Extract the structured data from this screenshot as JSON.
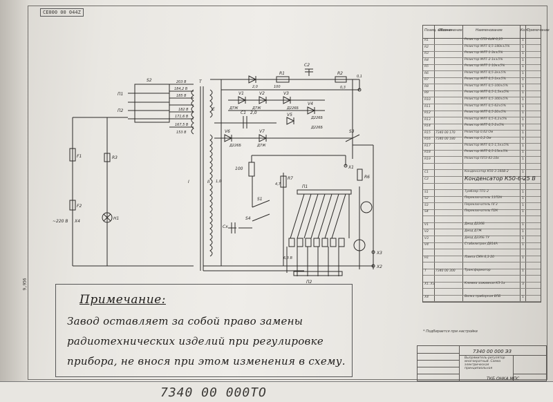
{
  "sheet": {
    "corner_stamp": "CE000 00 044Z",
    "margin_mark": "9,956"
  },
  "schematic": {
    "labels": {
      "s2": "S2",
      "t": "T",
      "p1": "П1",
      "p2": "П2",
      "c2": "C2",
      "r1": "R1",
      "c1": "C1",
      "c20": "2,0",
      "s3": "S3",
      "s1": "S1",
      "s4": "S4",
      "cx": "Cx",
      "pl1": "П1",
      "pl2": "П2",
      "r100": "100",
      "r2": "R2",
      "v1": "V1",
      "v2": "V2",
      "v3": "V3",
      "v4": "V4",
      "v5": "V5",
      "v6": "V6",
      "v7": "V7",
      "i_roman": "I",
      "ii_roman": "II",
      "e": "E",
      "f1": "F1",
      "f2": "F2",
      "mains": "~220 B",
      "x4": "X4",
      "x2": "X2",
      "x1": "X1",
      "x3": "X3",
      "h1": "H1",
      "r7": "R7",
      "r6": "R6",
      "r3": "R3"
    },
    "winding_labels": [
      "203 B",
      "184,2 B",
      "185 B",
      "182 B",
      "171,6 B",
      "167,5 B",
      "153 B"
    ],
    "diode_labels": [
      "Д7Ж",
      "Д7Ж",
      "Д226Б",
      "Д226Б",
      "Д226Б",
      "Д226Б",
      "Д7Ж"
    ],
    "misc_labels": [
      "2,0",
      "100",
      "0,3",
      "0,1",
      "1,0",
      "6,3 B",
      "4,7"
    ]
  },
  "note": {
    "title": "Примечание:",
    "lines": [
      "Завод оставляет за собой право замены",
      "радиотехнических изделий при регулировке",
      "прибора, не внося при этом изменения в схему."
    ]
  },
  "bom": {
    "headers": {
      "pos": "Позиц. обознач.",
      "designation": "Обозначение",
      "name": "Наименование",
      "qty": "Кол.",
      "remark": "Примечание"
    },
    "rows": [
      {
        "pos": "R1",
        "des": "",
        "name": "Резистор СП3-4аМ-0,25",
        "qty": "1"
      },
      {
        "pos": "R2",
        "des": "",
        "name": "Резистор МЛТ-0,5-180к±5%",
        "qty": "1"
      },
      {
        "pos": "R3",
        "des": "",
        "name": "Резистор МЛТ-1-3к±5%",
        "qty": "1"
      },
      {
        "pos": "R4",
        "des": "",
        "name": "Резистор МЛТ-2-1к±5%",
        "qty": "1"
      },
      {
        "pos": "R5",
        "des": "",
        "name": "Резистор МЛТ-1-10к±5%",
        "qty": "1"
      },
      {
        "pos": "R6",
        "des": "",
        "name": "Резистор МЛТ-0,5-2к±5%",
        "qty": "1"
      },
      {
        "pos": "R7",
        "des": "",
        "name": "Резистор МЛТ-0,5-1к±5%",
        "qty": "1"
      },
      {
        "pos": "R8",
        "des": "",
        "name": "Резистор МЛТ-0,5-100±5%",
        "qty": "1"
      },
      {
        "pos": "R9",
        "des": "",
        "name": "Резистор МЛТ-0,5-1,5к±5%",
        "qty": "1"
      },
      {
        "pos": "R10",
        "des": "",
        "name": "Резистор МЛТ-0,5-300±5%",
        "qty": "1"
      },
      {
        "pos": "R11",
        "des": "",
        "name": "Резистор МЛТ-0,5-62±5%",
        "qty": "1"
      },
      {
        "pos": "R12",
        "des": "",
        "name": "Резистор МЛТ-0,5-20±5%",
        "qty": "1"
      },
      {
        "pos": "R13",
        "des": "",
        "name": "Резистор МЛТ-0,5-6,2±5%",
        "qty": "1"
      },
      {
        "pos": "R14",
        "des": "",
        "name": "Резистор МЛТ-0,5-2±5%",
        "qty": "1"
      },
      {
        "pos": "R15",
        "des": "7340 00 170",
        "name": "Резистор 0,62 Ом",
        "qty": "1"
      },
      {
        "pos": "R16",
        "des": "7340 00 180",
        "name": "Резистор 0,2 Ом",
        "qty": "1"
      },
      {
        "pos": "R17",
        "des": "",
        "name": "Резистор МЛТ-0,5-1,5к±5%",
        "qty": "1"
      },
      {
        "pos": "R18",
        "des": "",
        "name": "Резистор МЛТ-0,5-15к±5%",
        "qty": "1"
      },
      {
        "pos": "R19",
        "des": "",
        "name": "Резистор ППЗ-43-10к",
        "qty": "1"
      },
      {
        "pos": "",
        "des": "",
        "name": "",
        "qty": ""
      },
      {
        "pos": "C1",
        "des": "",
        "name": "Конденсатор К50-3-160В-2",
        "qty": "1"
      },
      {
        "pos": "C2",
        "des": "",
        "name": "Конденсатор К50-6-25 В",
        "qty": "1",
        "big": true
      },
      {
        "pos": "",
        "des": "",
        "name": "",
        "qty": ""
      },
      {
        "pos": "S1",
        "des": "",
        "name": "Тумблер ТП1-2",
        "qty": "1"
      },
      {
        "pos": "S2",
        "des": "",
        "name": "Переключатель 11П3Н",
        "qty": "1"
      },
      {
        "pos": "S3",
        "des": "",
        "name": "Переключатель ПГ3",
        "qty": "1"
      },
      {
        "pos": "S4",
        "des": "",
        "name": "Переключатель П2К",
        "qty": "1"
      },
      {
        "pos": "",
        "des": "",
        "name": "",
        "qty": ""
      },
      {
        "pos": "V1",
        "des": "",
        "name": "Диод Д226Б",
        "qty": "1"
      },
      {
        "pos": "V2",
        "des": "",
        "name": "Диод Д7Ж",
        "qty": "1"
      },
      {
        "pos": "V3",
        "des": "",
        "name": "Диод Д226Б ТУ",
        "qty": "1"
      },
      {
        "pos": "V4",
        "des": "",
        "name": "Стабилитрон Д814А",
        "qty": "1"
      },
      {
        "pos": "",
        "des": "",
        "name": "",
        "qty": ""
      },
      {
        "pos": "H1",
        "des": "",
        "name": "Лампа СМН 6,3-20",
        "qty": "1"
      },
      {
        "pos": "",
        "des": "",
        "name": "",
        "qty": ""
      },
      {
        "pos": "T",
        "des": "7340 00 300",
        "name": "Трансформатор",
        "qty": "1"
      },
      {
        "pos": "",
        "des": "",
        "name": "",
        "qty": ""
      },
      {
        "pos": "X1..X3",
        "des": "",
        "name": "Клемма зажимная КЗ-1а",
        "qty": "3"
      },
      {
        "pos": "",
        "des": "",
        "name": "",
        "qty": ""
      },
      {
        "pos": "X4",
        "des": "",
        "name": "Вилка приборная ВПБ",
        "qty": "1"
      }
    ],
    "margin_note": "К50-6"
  },
  "remark": "* Подбирается при настройке",
  "title_block": {
    "code": "7340 00 000 Э3",
    "name": "Выпрямитель-регулятор многократный. Схема электрическая принципиальная",
    "org": "ТКБ ОНКА МПС"
  },
  "bottom": {
    "code": "7340 00 000ТО"
  }
}
